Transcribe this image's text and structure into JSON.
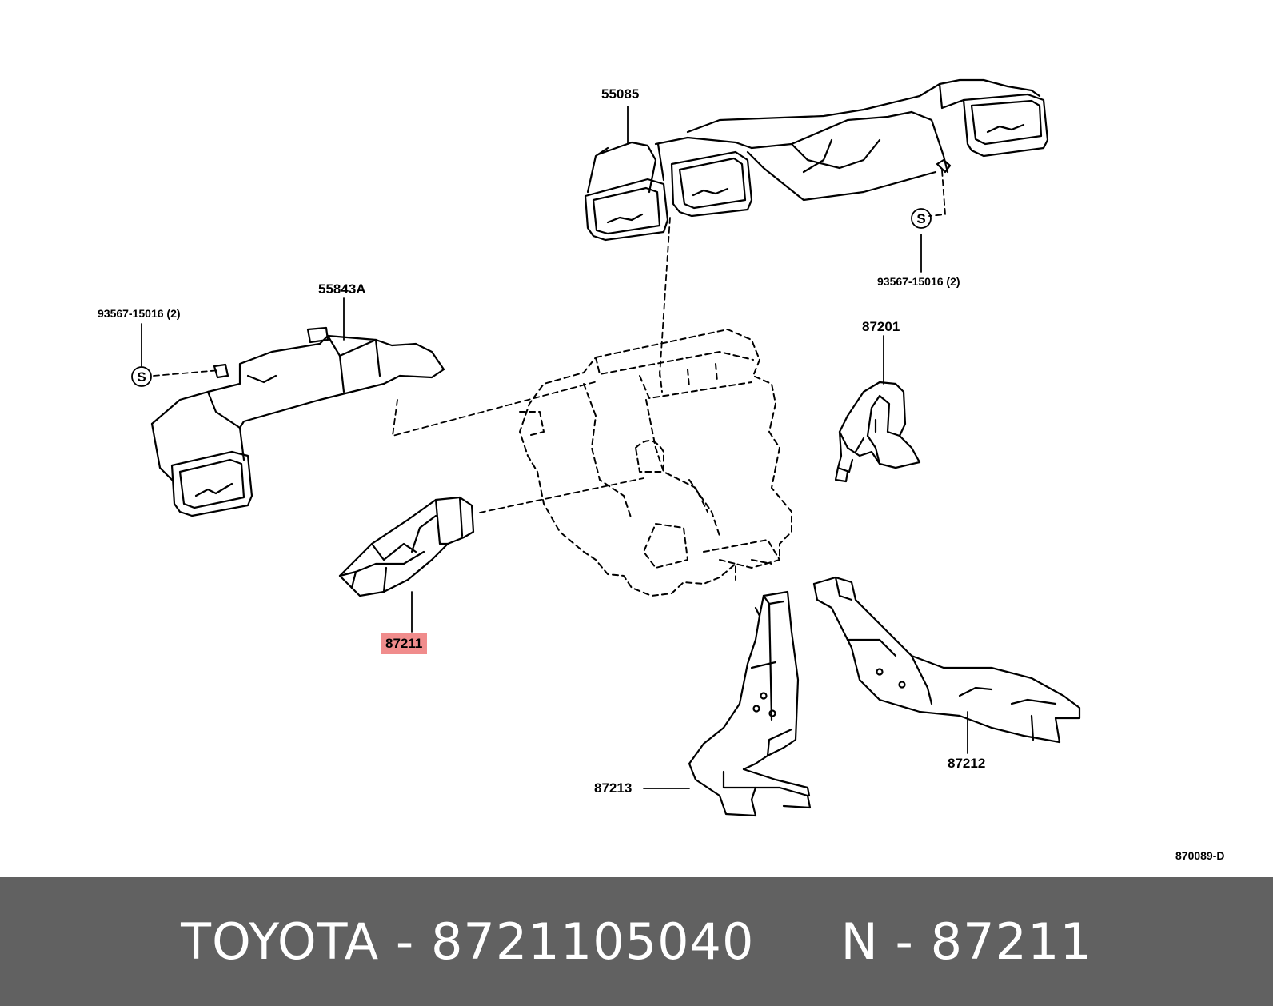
{
  "diagram": {
    "code": "870089-D",
    "highlight_color": "#f08c8c",
    "line_color": "#000000",
    "labels": {
      "p55085": "55085",
      "p55843a": "55843A",
      "p87201": "87201",
      "p87211": "87211",
      "p87212": "87212",
      "p87213": "87213",
      "screw_left": "93567-15016 (2)",
      "screw_right": "93567-15016 (2)"
    },
    "screw_symbol": "S"
  },
  "footer": {
    "brand": "TOYOTA",
    "separator": "-",
    "part_number": "8721105040",
    "n_label": "N",
    "n_value": "87211",
    "background": "#616161",
    "text_color": "#ffffff"
  }
}
